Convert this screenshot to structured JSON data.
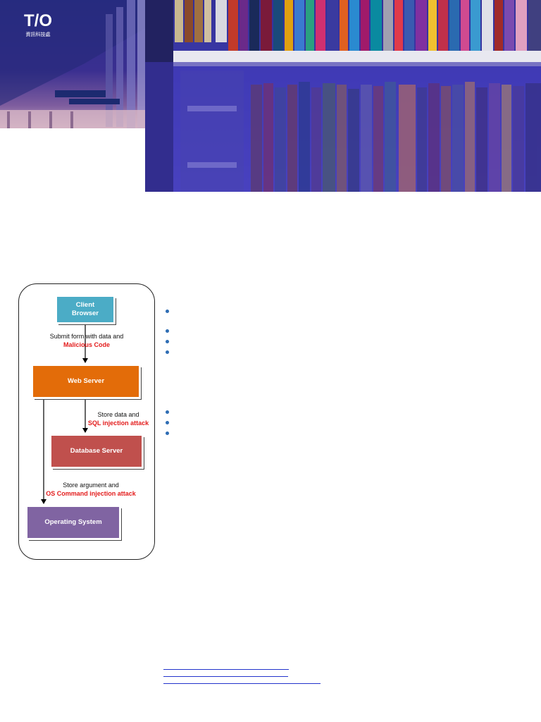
{
  "logo": {
    "mark": "T/O",
    "caption": "資訊科技處"
  },
  "diagram": {
    "nodes": {
      "client": [
        "Client",
        "Browser"
      ],
      "web": "Web Server",
      "db": "Database Server",
      "os": "Operating System"
    },
    "edges": {
      "submit": {
        "text": "Submit form with data and",
        "attack": "Malicious Code"
      },
      "store": {
        "text": "Store data and",
        "attack": "SQL injection attack"
      },
      "os": {
        "text": "Store argument and",
        "attack": "OS Command injection attack"
      }
    }
  },
  "colors": {
    "client": "#4bacc6",
    "web": "#e36c09",
    "db": "#c0504d",
    "os": "#8064a2",
    "attack": "#e31c1c",
    "bullet": "#2e6db4",
    "link": "#2233cc"
  }
}
